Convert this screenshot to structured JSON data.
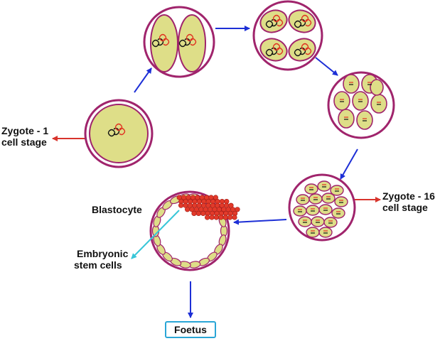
{
  "labels": {
    "zygote1_line1": "Zygote - 1",
    "zygote1_line2": "cell stage",
    "zygote16_line1": "Zygote - 16",
    "zygote16_line2": "cell stage",
    "blastocyte": "Blastocyte",
    "embryonic_line1": "Embryonic",
    "embryonic_line2": "stem cells",
    "foetus": "Foetus"
  },
  "colors": {
    "membrane": "#a0246c",
    "cytoplasm": "#dede88",
    "flow_arrow": "#1d2fd6",
    "label_arrow": "#d8342c",
    "stem_arrow": "#38c6d8",
    "stem_cell": "#e23a2a",
    "foetus_border": "#2aa6d6"
  }
}
